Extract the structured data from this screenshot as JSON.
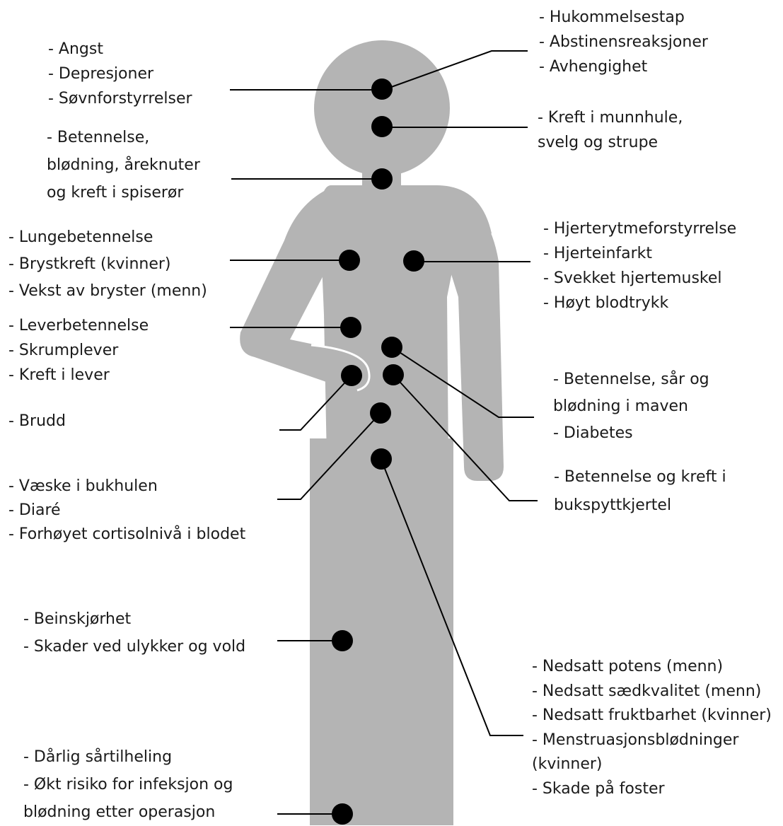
{
  "colors": {
    "body": "#b4b4b4",
    "dot": "#000000",
    "line": "#000000",
    "text": "#1a1a1a",
    "arm_outline": "#ffffff"
  },
  "labels": {
    "head_mental": [
      "- Angst",
      "- Depresjoner",
      "- Søvnforstyrrelser"
    ],
    "head_brain": [
      "- Hukommelsestap",
      "- Abstinensreaksjoner",
      "- Avhengighet"
    ],
    "mouth": [
      "- Kreft i munnhule,",
      "svelg og strupe"
    ],
    "esophagus": [
      "- Betennelse,",
      "blødning, åreknuter",
      "og kreft i spiserør"
    ],
    "lungs": [
      "- Lungebetennelse",
      "- Brystkreft (kvinner)",
      "- Vekst av bryster (menn)"
    ],
    "heart": [
      "- Hjerterytmeforstyrrelse",
      "- Hjerteinfarkt",
      "- Svekket hjertemuskel",
      "- Høyt blodtrykk"
    ],
    "liver": [
      "- Leverbetennelse",
      "- Skrumplever",
      "- Kreft i lever"
    ],
    "fracture": [
      "- Brudd"
    ],
    "stomach": [
      "- Betennelse, sår og",
      "blødning i maven",
      "- Diabetes"
    ],
    "pancreas": [
      "- Betennelse og kreft i",
      "bukspyttkjertel"
    ],
    "abdomen": [
      "- Væske i bukhulen",
      "- Diaré",
      "- Forhøyet cortisolnivå i blodet"
    ],
    "legs": [
      "- Beinskjørhet",
      "- Skader ved ulykker og vold"
    ],
    "reproductive": [
      "- Nedsatt potens (menn)",
      "- Nedsatt sædkvalitet (menn)",
      "- Nedsatt fruktbarhet (kvinner)",
      "- Menstruasjonsblødninger",
      "(kvinner)",
      "- Skade på foster"
    ],
    "surgery": [
      "- Dårlig sårtilheling",
      "- Økt risiko for infeksjon og",
      "blødning etter operasjon"
    ]
  }
}
